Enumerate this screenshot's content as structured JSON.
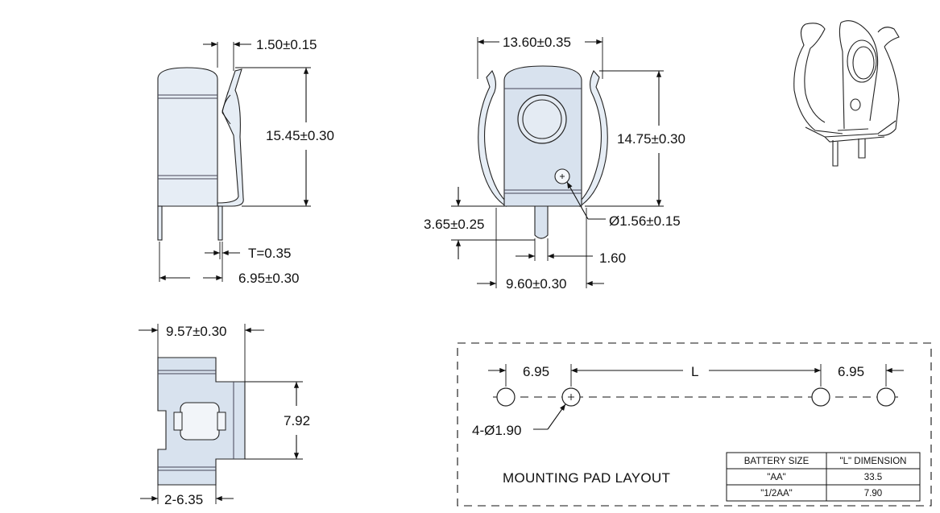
{
  "side_view": {
    "thickness_top": "1.50±0.15",
    "height": "15.45±0.30",
    "material_thickness": "T=0.35",
    "pin_spacing": "6.95±0.30"
  },
  "front_view": {
    "width": "13.60±0.35",
    "height": "14.75±0.30",
    "pin_length": "3.65±0.25",
    "hole_diameter": "Ø1.56±0.15",
    "pin_width": "1.60",
    "base_width": "9.60±0.30"
  },
  "bottom_view": {
    "width": "9.57±0.30",
    "depth": "7.92",
    "pin_pitch": "2-6.35"
  },
  "mounting_pad": {
    "title": "MOUNTING PAD LAYOUT",
    "left_offset": "6.95",
    "center_label": "L",
    "right_offset": "6.95",
    "hole_callout": "4-Ø1.90",
    "table": {
      "headers": [
        "BATTERY SIZE",
        "\"L\" DIMENSION"
      ],
      "rows": [
        [
          "\"AA\"",
          "33.5"
        ],
        [
          "\"1/2AA\"",
          "7.90"
        ]
      ]
    }
  }
}
